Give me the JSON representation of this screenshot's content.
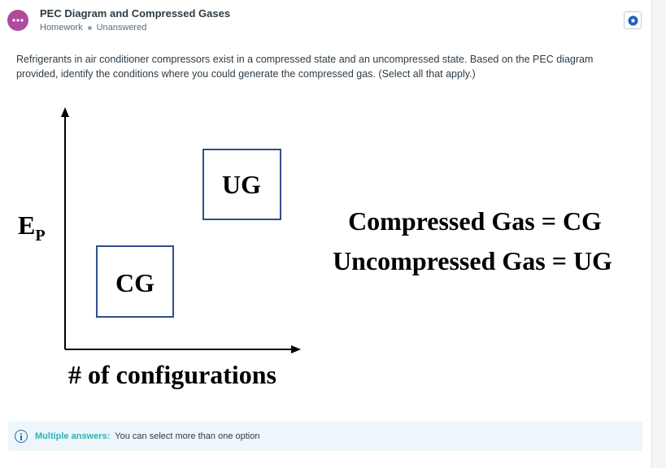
{
  "header": {
    "title": "PEC Diagram and Compressed Gases",
    "type_label": "Homework",
    "status_label": "Unanswered",
    "avatar_icon": "chat-bubble-icon",
    "pin_icon": "pin-icon"
  },
  "question": {
    "text": "Refrigerants in air conditioner compressors exist in a compressed state and an uncompressed state. Based on the PEC diagram provided, identify the conditions where you could generate the compressed gas. (Select all that apply.)"
  },
  "diagram": {
    "y_axis_label_main": "E",
    "y_axis_label_sub": "P",
    "x_axis_label": "# of configurations",
    "box_upper_label": "UG",
    "box_lower_label": "CG",
    "legend_line_1": "Compressed Gas = CG",
    "legend_line_2": "Uncompressed Gas = UG",
    "box_color": "#2f4f8f"
  },
  "info": {
    "strong": "Multiple answers:",
    "text": "You can select more than one option",
    "icon": "info-icon"
  },
  "colors": {
    "accent_teal": "#2bb3b5",
    "avatar": "#b04a9c",
    "pin": "#1f5fbf"
  }
}
